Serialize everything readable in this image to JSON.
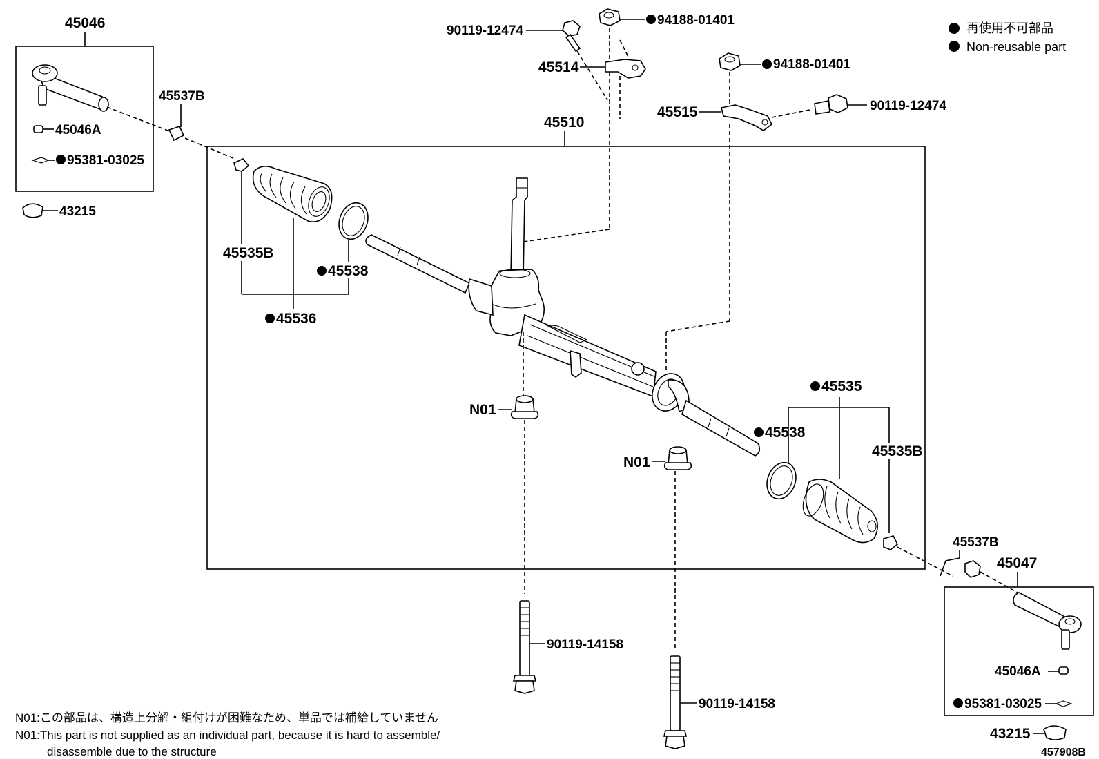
{
  "legend": {
    "non_reusable_ja": "再使用不可部品",
    "non_reusable_en": "Non-reusable part"
  },
  "parts": {
    "p45046": "45046",
    "p45046a_left": "45046A",
    "p95381_left": "95381-03025",
    "p43215_left": "43215",
    "p45537b_left": "45537B",
    "p90119_12474_top": "90119-12474",
    "p94188_01401_top": "94188-01401",
    "p45514": "45514",
    "p94188_01401_right": "94188-01401",
    "p45515": "45515",
    "p90119_12474_right": "90119-12474",
    "p45510": "45510",
    "p45535b_left": "45535B",
    "p45538_left": "45538",
    "p45536": "45536",
    "p45535": "45535",
    "p45538_right": "45538",
    "p45535b_right": "45535B",
    "n01_left": "N01",
    "n01_right": "N01",
    "p45537b_right": "45537B",
    "p45047": "45047",
    "p45046a_right": "45046A",
    "p95381_right": "95381-03025",
    "p43215_right": "43215",
    "p90119_14158_left": "90119-14158",
    "p90119_14158_right": "90119-14158"
  },
  "notes": {
    "n01_ja": "N01:この部品は、構造上分解・組付けが困難なため、単品では補給していません",
    "n01_en_line1": "N01:This part is not supplied as an individual part, because it is hard to assemble/",
    "n01_en_line2": "disassemble due to the structure"
  },
  "diagram_ref": "457908B",
  "colors": {
    "ink": "#000000",
    "background": "#ffffff"
  }
}
